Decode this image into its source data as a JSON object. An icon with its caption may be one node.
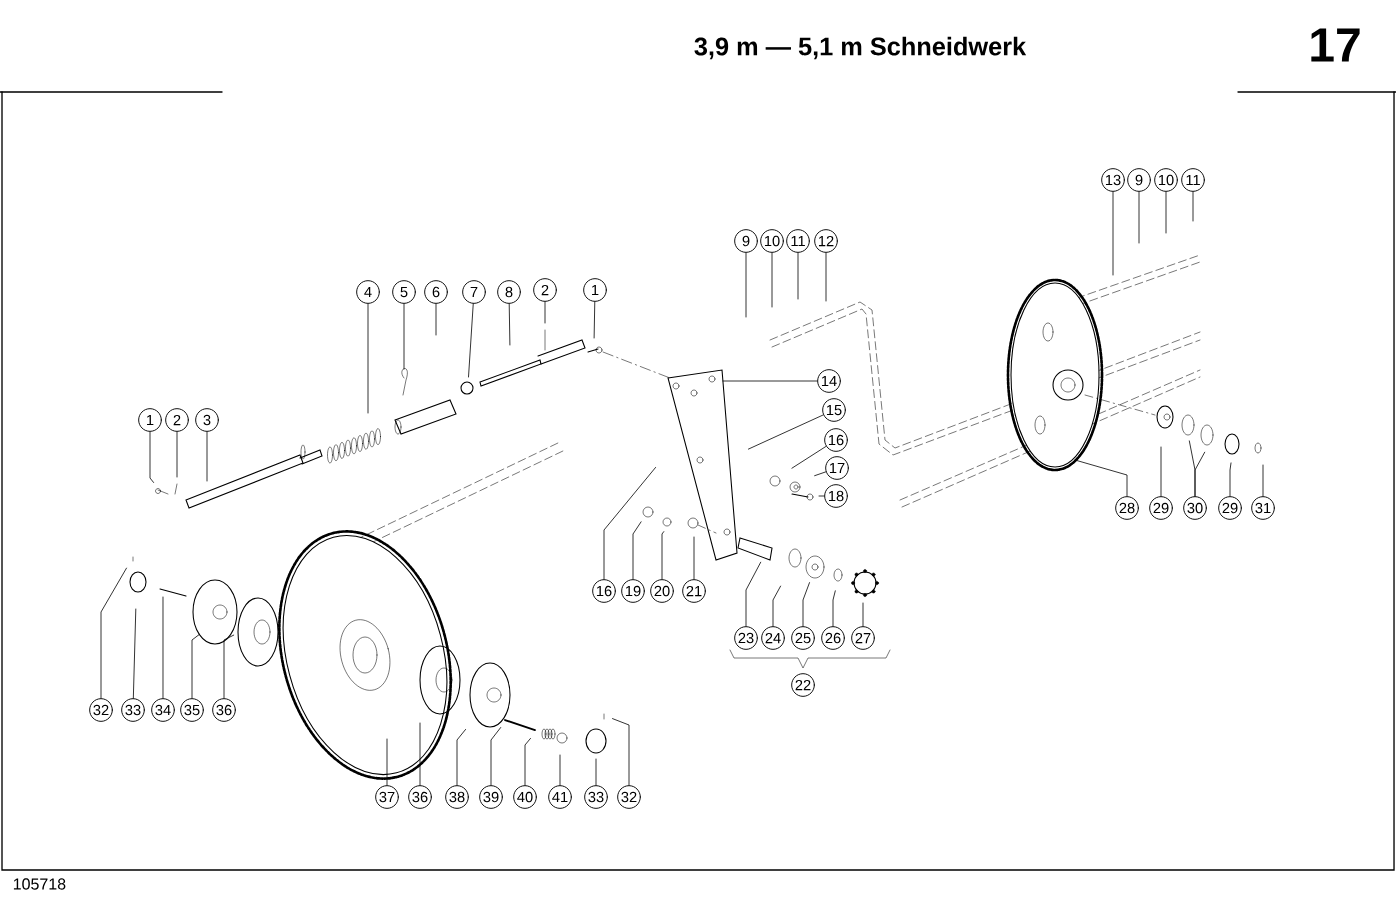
{
  "diagram": {
    "title": "3,9 m — 5,1 m Schneidwerk",
    "nodes": [
      {
        "text": [
          "4"
        ]
      },
      {
        "text": [
          "5"
        ]
      },
      {
        "text": [
          "6"
        ]
      },
      {
        "text": [
          "7"
        ]
      },
      {
        "text": [
          "8"
        ]
      },
      {
        "text": [
          "2"
        ]
      },
      {
        "text": [
          "1"
        ]
      },
      {
        "text": [
          "1"
        ]
      },
      {
        "text": [
          "2"
        ]
      },
      {
        "text": [
          "3"
        ]
      },
      {
        "text": [
          "9"
        ]
      },
      {
        "text": [
          "10"
        ]
      },
      {
        "text": [
          "11"
        ]
      },
      {
        "text": [
          "12"
        ]
      },
      {
        "text": [
          "13"
        ]
      },
      {
        "text": [
          "9"
        ]
      },
      {
        "text": [
          "10"
        ]
      },
      {
        "text": [
          "11"
        ]
      },
      {
        "text": [
          "14"
        ]
      },
      {
        "text": [
          "15"
        ]
      },
      {
        "text": [
          "16"
        ]
      },
      {
        "text": [
          "17"
        ]
      },
      {
        "text": [
          "18"
        ]
      },
      {
        "text": [
          "16"
        ]
      },
      {
        "text": [
          "19"
        ]
      },
      {
        "text": [
          "20"
        ]
      },
      {
        "text": [
          "21"
        ]
      },
      {
        "text": [
          "23"
        ]
      },
      {
        "text": [
          "24"
        ]
      },
      {
        "text": [
          "25"
        ]
      },
      {
        "text": [
          "26"
        ]
      },
      {
        "text": [
          "27"
        ]
      },
      {
        "text": [
          "22"
        ]
      },
      {
        "text": [
          "28"
        ]
      },
      {
        "text": [
          "29"
        ]
      },
      {
        "text": [
          "30"
        ]
      },
      {
        "text": [
          "29"
        ]
      },
      {
        "text": [
          "31"
        ]
      },
      {
        "text": [
          "32"
        ]
      },
      {
        "text": [
          "33"
        ]
      },
      {
        "text": [
          "34"
        ]
      },
      {
        "text": [
          "35"
        ]
      },
      {
        "text": [
          "36"
        ]
      },
      {
        "text": [
          "37"
        ]
      },
      {
        "text": [
          "36"
        ]
      },
      {
        "text": [
          "38"
        ]
      },
      {
        "text": [
          "39"
        ]
      },
      {
        "text": [
          "40"
        ]
      },
      {
        "text": [
          "41"
        ]
      },
      {
        "text": [
          "33"
        ]
      },
      {
        "text": [
          "32"
        ]
      }
    ],
    "edges": [
      {
        "from": 0,
        "to": null,
        "arrow": "none"
      },
      {
        "from": 1,
        "to": null,
        "arrow": "none"
      },
      {
        "from": 2,
        "to": null,
        "arrow": "none"
      },
      {
        "from": 3,
        "to": null,
        "arrow": "none"
      },
      {
        "from": 4,
        "to": null,
        "arrow": "none"
      },
      {
        "from": 5,
        "to": null,
        "arrow": "none"
      },
      {
        "from": 6,
        "to": null,
        "arrow": "none"
      },
      {
        "from": 7,
        "to": null,
        "arrow": "none"
      },
      {
        "from": 8,
        "to": null,
        "arrow": "none"
      },
      {
        "from": 9,
        "to": null,
        "arrow": "none"
      },
      {
        "from": 10,
        "to": null,
        "arrow": "none"
      },
      {
        "from": 11,
        "to": null,
        "arrow": "none"
      },
      {
        "from": 12,
        "to": null,
        "arrow": "none"
      },
      {
        "from": 13,
        "to": null,
        "arrow": "none"
      },
      {
        "from": 14,
        "to": null,
        "arrow": "none"
      },
      {
        "from": 15,
        "to": null,
        "arrow": "none"
      },
      {
        "from": 16,
        "to": null,
        "arrow": "none"
      },
      {
        "from": 17,
        "to": null,
        "arrow": "none"
      },
      {
        "from": 18,
        "to": null,
        "arrow": "none"
      },
      {
        "from": 19,
        "to": null,
        "arrow": "none"
      },
      {
        "from": 20,
        "to": null,
        "arrow": "none"
      },
      {
        "from": 21,
        "to": null,
        "arrow": "none"
      },
      {
        "from": 22,
        "to": null,
        "arrow": "none"
      },
      {
        "from": 23,
        "to": null,
        "arrow": "none"
      },
      {
        "from": 24,
        "to": null,
        "arrow": "none"
      },
      {
        "from": 25,
        "to": null,
        "arrow": "none"
      },
      {
        "from": 26,
        "to": null,
        "arrow": "none"
      },
      {
        "from": 27,
        "to": null,
        "arrow": "none"
      },
      {
        "from": 28,
        "to": null,
        "arrow": "none"
      },
      {
        "from": 29,
        "to": null,
        "arrow": "none"
      },
      {
        "from": 30,
        "to": null,
        "arrow": "none"
      },
      {
        "from": 31,
        "to": null,
        "arrow": "none"
      },
      {
        "from": 33,
        "to": null,
        "arrow": "none"
      },
      {
        "from": 34,
        "to": null,
        "arrow": "none"
      },
      {
        "from": 35,
        "to": null,
        "arrow": "none"
      },
      {
        "from": 35,
        "to": null,
        "arrow": "none"
      },
      {
        "from": 36,
        "to": null,
        "arrow": "none"
      },
      {
        "from": 37,
        "to": null,
        "arrow": "none"
      },
      {
        "from": 38,
        "to": null,
        "arrow": "none"
      },
      {
        "from": 39,
        "to": null,
        "arrow": "none"
      },
      {
        "from": 40,
        "to": null,
        "arrow": "none"
      },
      {
        "from": 41,
        "to": null,
        "arrow": "none"
      },
      {
        "from": 42,
        "to": null,
        "arrow": "none"
      },
      {
        "from": 43,
        "to": null,
        "arrow": "none"
      },
      {
        "from": 44,
        "to": null,
        "arrow": "none"
      },
      {
        "from": 45,
        "to": null,
        "arrow": "none"
      },
      {
        "from": 46,
        "to": null,
        "arrow": "none"
      },
      {
        "from": 47,
        "to": null,
        "arrow": "none"
      },
      {
        "from": 48,
        "to": null,
        "arrow": "none"
      },
      {
        "from": 49,
        "to": null,
        "arrow": "none"
      },
      {
        "from": 50,
        "to": null,
        "arrow": "none"
      }
    ],
    "labels": [
      "17",
      "105718"
    ]
  }
}
